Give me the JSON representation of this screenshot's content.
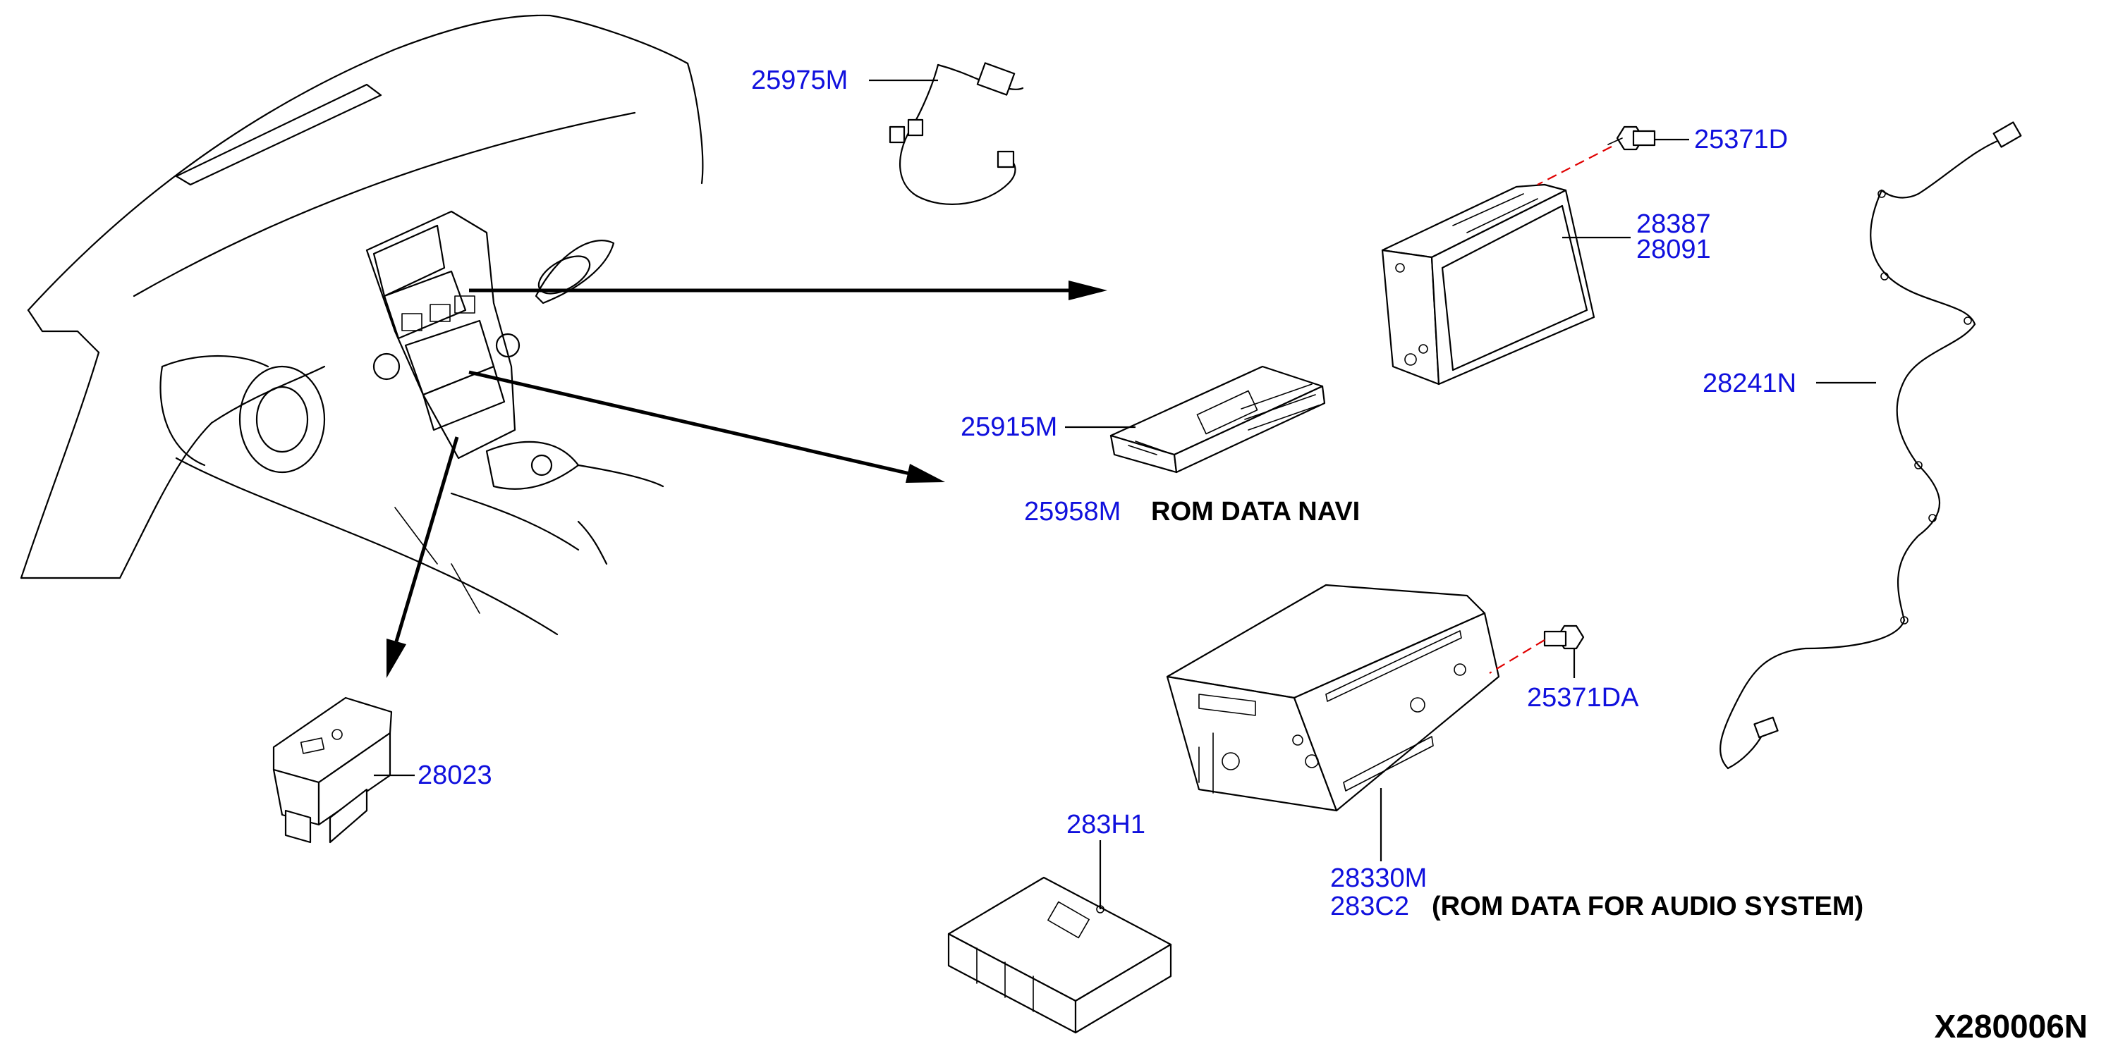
{
  "parts": {
    "p25975M": "25975M",
    "p25371D": "25371D",
    "p28387": "28387",
    "p28091": "28091",
    "p28241N": "28241N",
    "p25915M": "25915M",
    "p25958M": "25958M",
    "p25371DA": "25371DA",
    "p28023": "28023",
    "p283H1": "283H1",
    "p28330M": "28330M",
    "p283C2": "283C2"
  },
  "notes": {
    "navi_rom": "ROM DATA NAVI",
    "audio_rom": "(ROM DATA FOR AUDIO SYSTEM)"
  },
  "diagram_code": "X280006N",
  "colors": {
    "part_number": "#1010dd",
    "lines": "#000000",
    "bolt_leader": "#e00000"
  }
}
